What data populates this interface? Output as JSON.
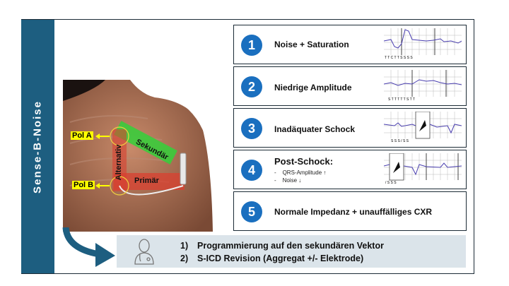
{
  "side_title": "Sense-B-Noise",
  "figure": {
    "labels": {
      "pol_a": "Pol A",
      "pol_b": "Pol B",
      "alternativ": "Alternativ",
      "sekundaer": "Sekundär",
      "primaer": "Primär"
    },
    "colors": {
      "band": "#1d5e80",
      "circle": "#1a6fbf",
      "sekundaer": "#33d13a",
      "primaer": "#d94030",
      "label_bg": "#ffff00"
    }
  },
  "cards": [
    {
      "number": "1",
      "label": "Noise + Saturation",
      "ecg_markers": "T T C T T   S S  S S"
    },
    {
      "number": "2",
      "label": "Niedrige Amplitude",
      "ecg_markers": "S T T  T T T  S T T"
    },
    {
      "number": "3",
      "label": "Inadäquater Schock",
      "ecg_markers": "S S S /  S  S"
    },
    {
      "number": "4",
      "label": "Post-Schock:",
      "bullets": [
        "QRS-Amplitude ↑",
        "Noise ↓"
      ],
      "bullet_dash": "-",
      "ecg_markers": "/ S  S  S"
    },
    {
      "number": "5",
      "label": "Normale Impedanz + unauffälliges CXR"
    }
  ],
  "actions": [
    {
      "number": "1)",
      "text": "Programmierung auf den sekundären  Vektor"
    },
    {
      "number": "2)",
      "text": "S-ICD Revision (Aggregat +/- Elektrode)"
    }
  ]
}
